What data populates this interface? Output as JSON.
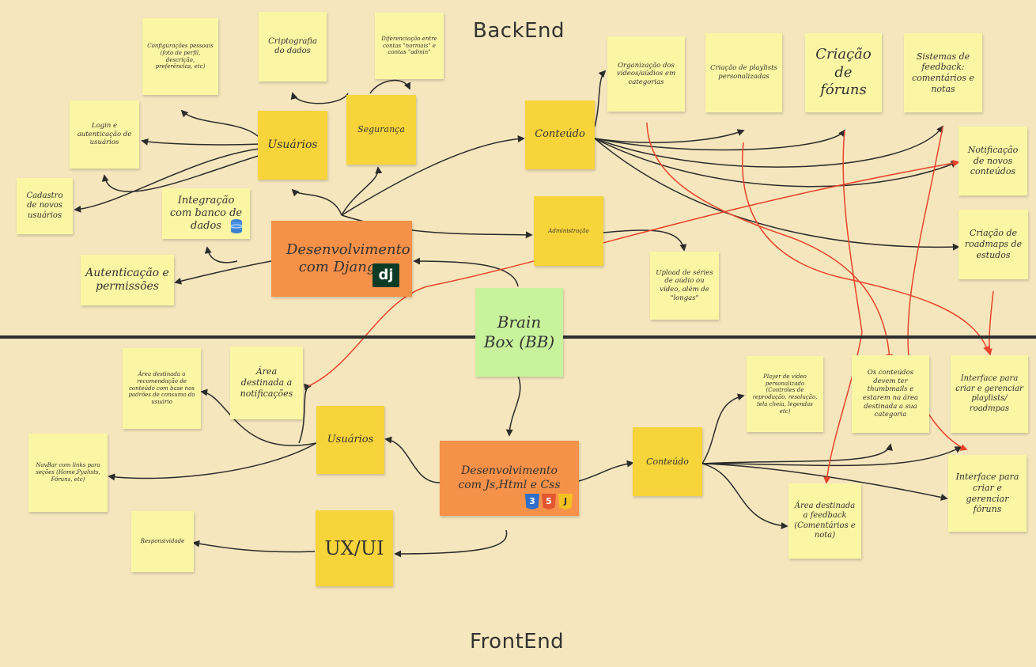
{
  "titles": {
    "backend": "BackEnd",
    "frontend": "FrontEnd"
  },
  "colors": {
    "background": "#f5e6bd",
    "note_light": "#fbf6a4",
    "note_yellow": "#f7d43a",
    "note_orange": "#f6914a",
    "note_green": "#c8f29c",
    "connector_black": "#2b2b2b",
    "connector_red": "#e8432b"
  },
  "icons": {
    "django": "dj",
    "database": "database-icon",
    "css": "3",
    "html": "5",
    "js": "J"
  },
  "notes": {
    "config_pessoais": "Configurações pessoais (foto de perfil, descrição, preferências, etc)",
    "criptografia": "Criptografia do dados",
    "diferenciacao": "Diferenciação entre contas \"normais\" e contas \"admin\"",
    "login": "Login e autenticação de usuários",
    "usuarios_back": "Usuários",
    "seguranca": "Segurança",
    "cadastro": "Cadastro de novos usuários",
    "integracao": "Integração com banco de dados",
    "dev_django": "Desenvolvimento com Django",
    "autenticacao": "Autenticação e permissões",
    "conteudo_back": "Conteúdo",
    "organizacao": "Organização dos vídeos/aúdios em categorias",
    "playlists": "Criação de playlists personalizadas",
    "foruns": "Criação de fóruns",
    "feedback_sys": "Sistemas de feedback: comentários e notas",
    "notificacao": "Notificação de novos conteúdos",
    "roadmaps": "Criação de roadmaps de estudos",
    "administracao": "Administração",
    "upload": "Upload de séries de aúdio ou vídeo, além de \"longas\"",
    "brainbox": "Brain Box (BB)",
    "recomendacao": "Área destinada a recomendação de conteúdo com base nos padrões de consumo do usuário",
    "area_notif": "Área destinada a notificações",
    "usuarios_front": "Usuários",
    "navbar": "NavBar com links para seções (Home,Pyalists, Fóruns, etc)",
    "dev_js": "Desenvolvimento com Js,Html e Css",
    "responsividade": "Responsividade",
    "uxui": "UX/UI",
    "conteudo_front": "Conteúdo",
    "player": "Player de vídeo personalizado (Controles de reprodução, resolução, tela cheia, legendas etc)",
    "thumbnails": "Os conteúdos devem ter thumbmails e estarem na área destinada a sua categoria",
    "interface_playlists": "Interface para criar e gerenciar playlists/ roadmpas",
    "interface_foruns": "Interface para criar e gerenciar fóruns",
    "area_feedback": "Área destinada a feedback (Comentários e nota)"
  }
}
